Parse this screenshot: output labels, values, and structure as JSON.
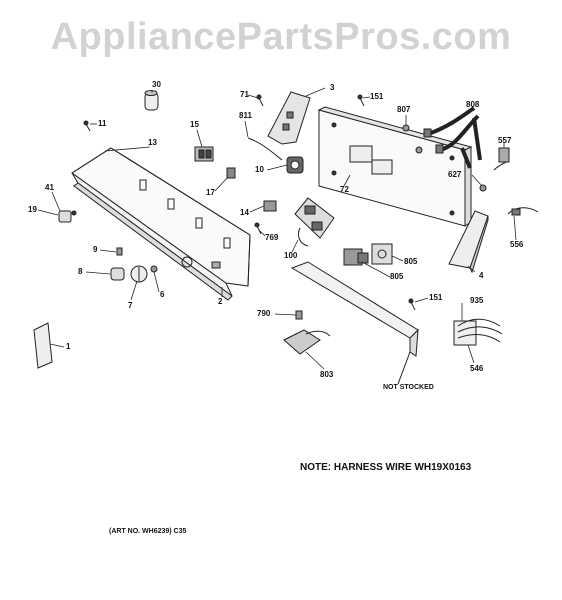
{
  "watermark": "AppliancePartsPros.com",
  "note": "NOTE: HARNESS WIRE WH19X0163",
  "art_number": "(ART NO. WH6239) C35",
  "not_stocked": "NOT STOCKED",
  "labels": {
    "p30": "30",
    "p71": "71",
    "p3": "3",
    "p151a": "151",
    "p807": "807",
    "p808": "808",
    "p11": "11",
    "p811": "811",
    "p15": "15",
    "p13": "13",
    "p557": "557",
    "p10": "10",
    "p72": "72",
    "p627": "627",
    "p17": "17",
    "p41": "41",
    "p19": "19",
    "p14": "14",
    "p556": "556",
    "p769": "769",
    "p9": "9",
    "p100": "100",
    "p805a": "805",
    "p805b": "805",
    "p4": "4",
    "p8": "8",
    "p6": "6",
    "p2": "2",
    "p7": "7",
    "p151b": "151",
    "p935": "935",
    "p790": "790",
    "p1": "1",
    "p803": "803",
    "p546": "546"
  }
}
